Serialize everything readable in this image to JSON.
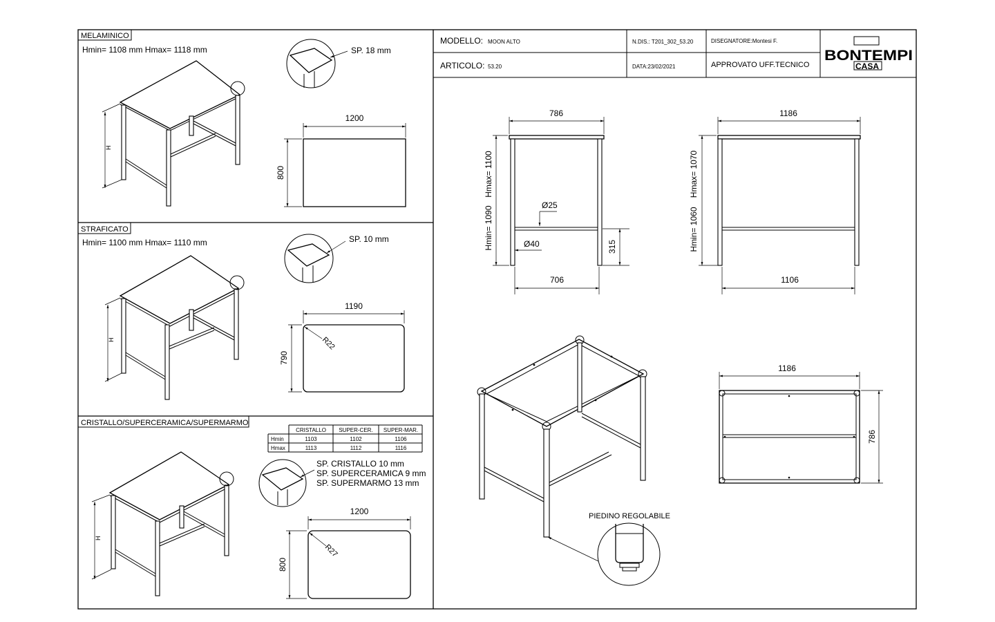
{
  "header": {
    "modello_label": "MODELLO:",
    "modello_value": "MOON ALTO",
    "ndis": "N.DIS.: T201_302_53.20",
    "disegnatore": "DISEGNATORE:Montesi F.",
    "articolo_label": "ARTICOLO:",
    "articolo_value": "53.20",
    "data": "DATA:23/02/2021",
    "approvato": "APPROVATO UFF.TECNICO",
    "logo_top": "BONTEMPI",
    "logo_bottom": "CASA"
  },
  "sections": [
    {
      "title": "MELAMINICO",
      "heights": "Hmin= 1108 mm   Hmax= 1118 mm",
      "thickness": "SP. 18 mm",
      "top_width": "1200",
      "top_depth": "800",
      "h_label": "H"
    },
    {
      "title": "STRAFICATO",
      "heights": "Hmin= 1100 mm   Hmax= 1110 mm",
      "thickness": "SP. 10 mm",
      "top_width": "1190",
      "top_depth": "790",
      "radius": "R22",
      "h_label": "H"
    },
    {
      "title": "CRISTALLO/SUPERCERAMICA/SUPERMARMO",
      "thickness_lines": [
        "SP. CRISTALLO 10 mm",
        "SP. SUPERCERAMICA 9 mm",
        "SP. SUPERMARMO 13 mm"
      ],
      "top_width": "1200",
      "top_depth": "800",
      "radius": "R27",
      "h_label": "H",
      "table": {
        "columns": [
          "CRISTALLO",
          "SUPER-CER.",
          "SUPER-MAR."
        ],
        "rows": [
          {
            "label": "Hmin",
            "values": [
              "1103",
              "1102",
              "1106"
            ]
          },
          {
            "label": "Hmax",
            "values": [
              "1113",
              "1112",
              "1116"
            ]
          }
        ]
      }
    }
  ],
  "front_view": {
    "width_top": "786",
    "width_bottom": "706",
    "hmax": "Hmax= 1100",
    "hmin": "Hmin= 1090",
    "dia_tube": "Ø25",
    "dia_leg": "Ø40",
    "rail_height": "315"
  },
  "side_view": {
    "width_top": "1186",
    "width_bottom": "1106",
    "hmax": "Hmax= 1070",
    "hmin": "Hmin= 1060"
  },
  "plan_view": {
    "width": "1186",
    "depth": "786"
  },
  "foot_label": "PIEDINO REGOLABILE"
}
